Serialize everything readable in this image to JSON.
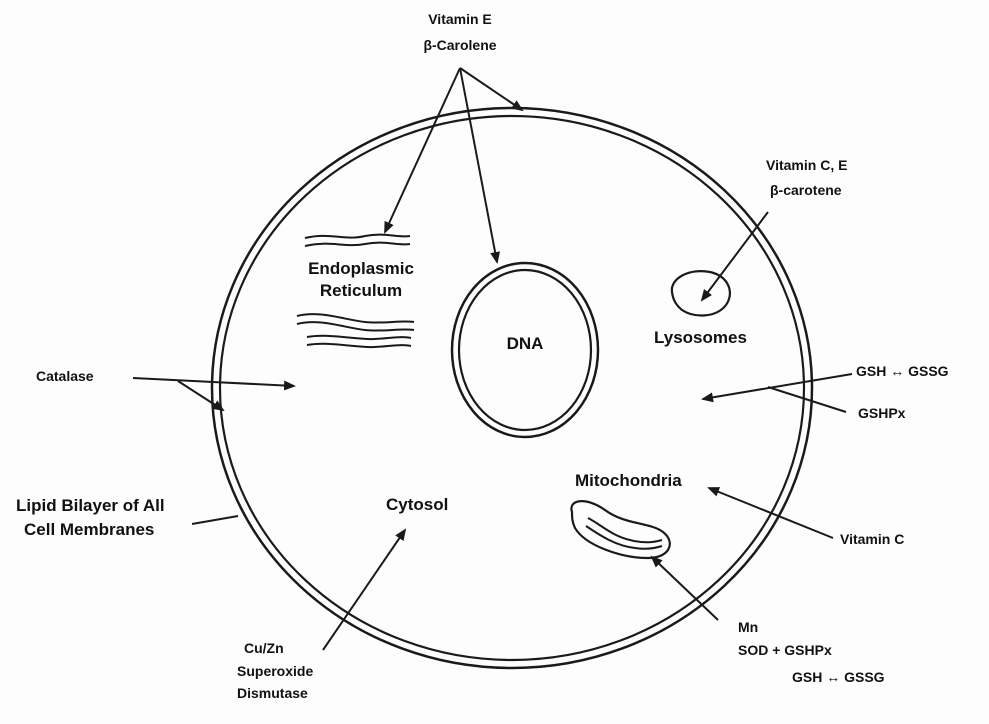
{
  "labels": {
    "vitamin_e": "Vitamin E",
    "beta_carotene_top": "β-Carolene",
    "vitamin_ce": "Vitamin C, E",
    "beta_carotene_right": "β-carotene",
    "er_line1": "Endoplasmic",
    "er_line2": "Reticulum",
    "dna": "DNA",
    "lysosomes": "Lysosomes",
    "catalase": "Catalase",
    "gsh_gssg_top": "GSH ↔ GSSG",
    "gshpx": "GSHPx",
    "mitochondria": "Mitochondria",
    "vitamin_c": "Vitamin C",
    "lipid_line1": "Lipid Bilayer of All",
    "lipid_line2": "Cell Membranes",
    "cytosol": "Cytosol",
    "cuzn_line1": "Cu/Zn",
    "cuzn_line2": "Superoxide",
    "cuzn_line3": "Dismutase",
    "mn": "Mn",
    "sod_gshpx": "SOD + GSHPx",
    "gsh_gssg_bottom": "GSH ↔ GSSG"
  },
  "colors": {
    "ink": "#1a1a1a",
    "background": "#fdfdfd"
  }
}
